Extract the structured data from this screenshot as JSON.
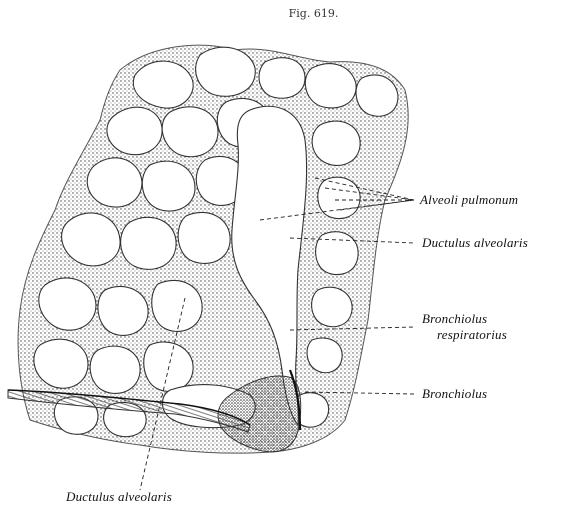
{
  "figure": {
    "caption": "Fig. 619.",
    "labels": {
      "alveoli": "Alveoli pulmonum",
      "ductulus_right": "Ductulus alveolaris",
      "bronchiolus_resp_1": "Bronchiolus",
      "bronchiolus_resp_2": "respiratorius",
      "bronchiolus": "Bronchiolus",
      "ductulus_bottom": "Ductulus alveolaris"
    }
  },
  "colors": {
    "ink": "#222222",
    "tissue": "#555555",
    "paper": "#ffffff"
  }
}
